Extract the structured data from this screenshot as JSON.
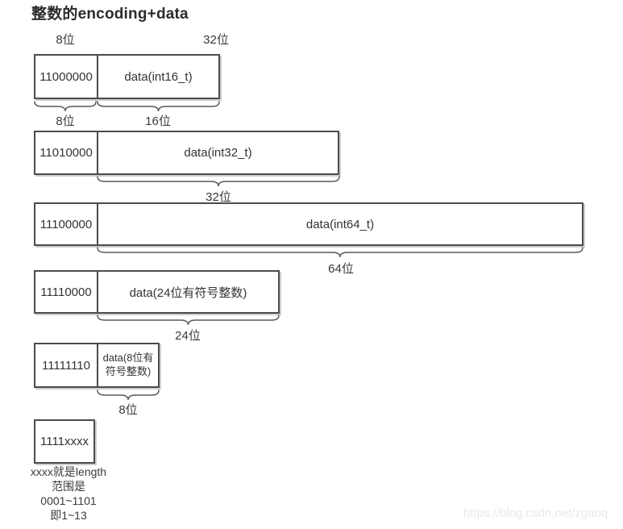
{
  "title": "整数的encoding+data",
  "top_labels": {
    "first": "8位",
    "second": "32位"
  },
  "rows": [
    {
      "encoding": "11000000",
      "data": "data(int16_t)",
      "enc_bits": "8位",
      "data_bits": "16位"
    },
    {
      "encoding": "11010000",
      "data": "data(int32_t)",
      "data_bits": "32位"
    },
    {
      "encoding": "11100000",
      "data": "data(int64_t)",
      "data_bits": "64位"
    },
    {
      "encoding": "11110000",
      "data": "data(24位有符号整数)",
      "data_bits": "24位"
    },
    {
      "encoding": "11111110",
      "data": "data(8位有符号整数)",
      "data_bits": "8位"
    },
    {
      "encoding": "1111xxxx"
    }
  ],
  "footnote_lines": [
    "xxxx就是length",
    "范围是",
    "0001~1101",
    "即1~13"
  ],
  "watermark": "https://blog.csdn.net/zgaoq",
  "colors": {
    "border": "#4c4c4c",
    "text": "#333333",
    "brace": "#5a5a5a",
    "watermark": "#e9e9ed"
  }
}
